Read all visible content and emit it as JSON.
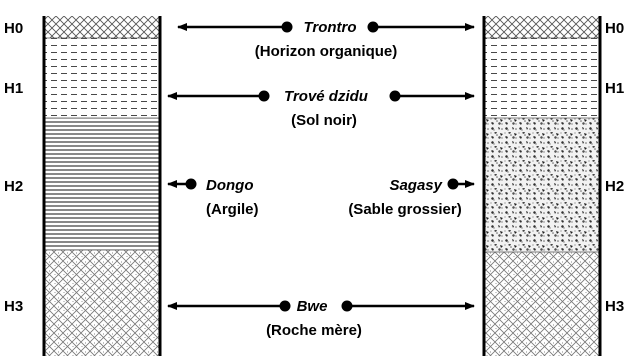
{
  "horizon_labels": {
    "left": [
      "H0",
      "H1",
      "H2",
      "H3"
    ],
    "right": [
      "H0",
      "H1",
      "H2",
      "H3"
    ]
  },
  "layers": {
    "h0": {
      "name": "Trontro",
      "description": "(Horizon organique)"
    },
    "h1": {
      "name": "Trové dzidu",
      "description": "(Sol noir)"
    },
    "h2_left": {
      "name": "Dongo",
      "description": "(Argile)"
    },
    "h2_right": {
      "name": "Sagasy",
      "description": "(Sable grossier)"
    },
    "h3": {
      "name": "Bwe",
      "description": "(Roche mère)"
    }
  }
}
